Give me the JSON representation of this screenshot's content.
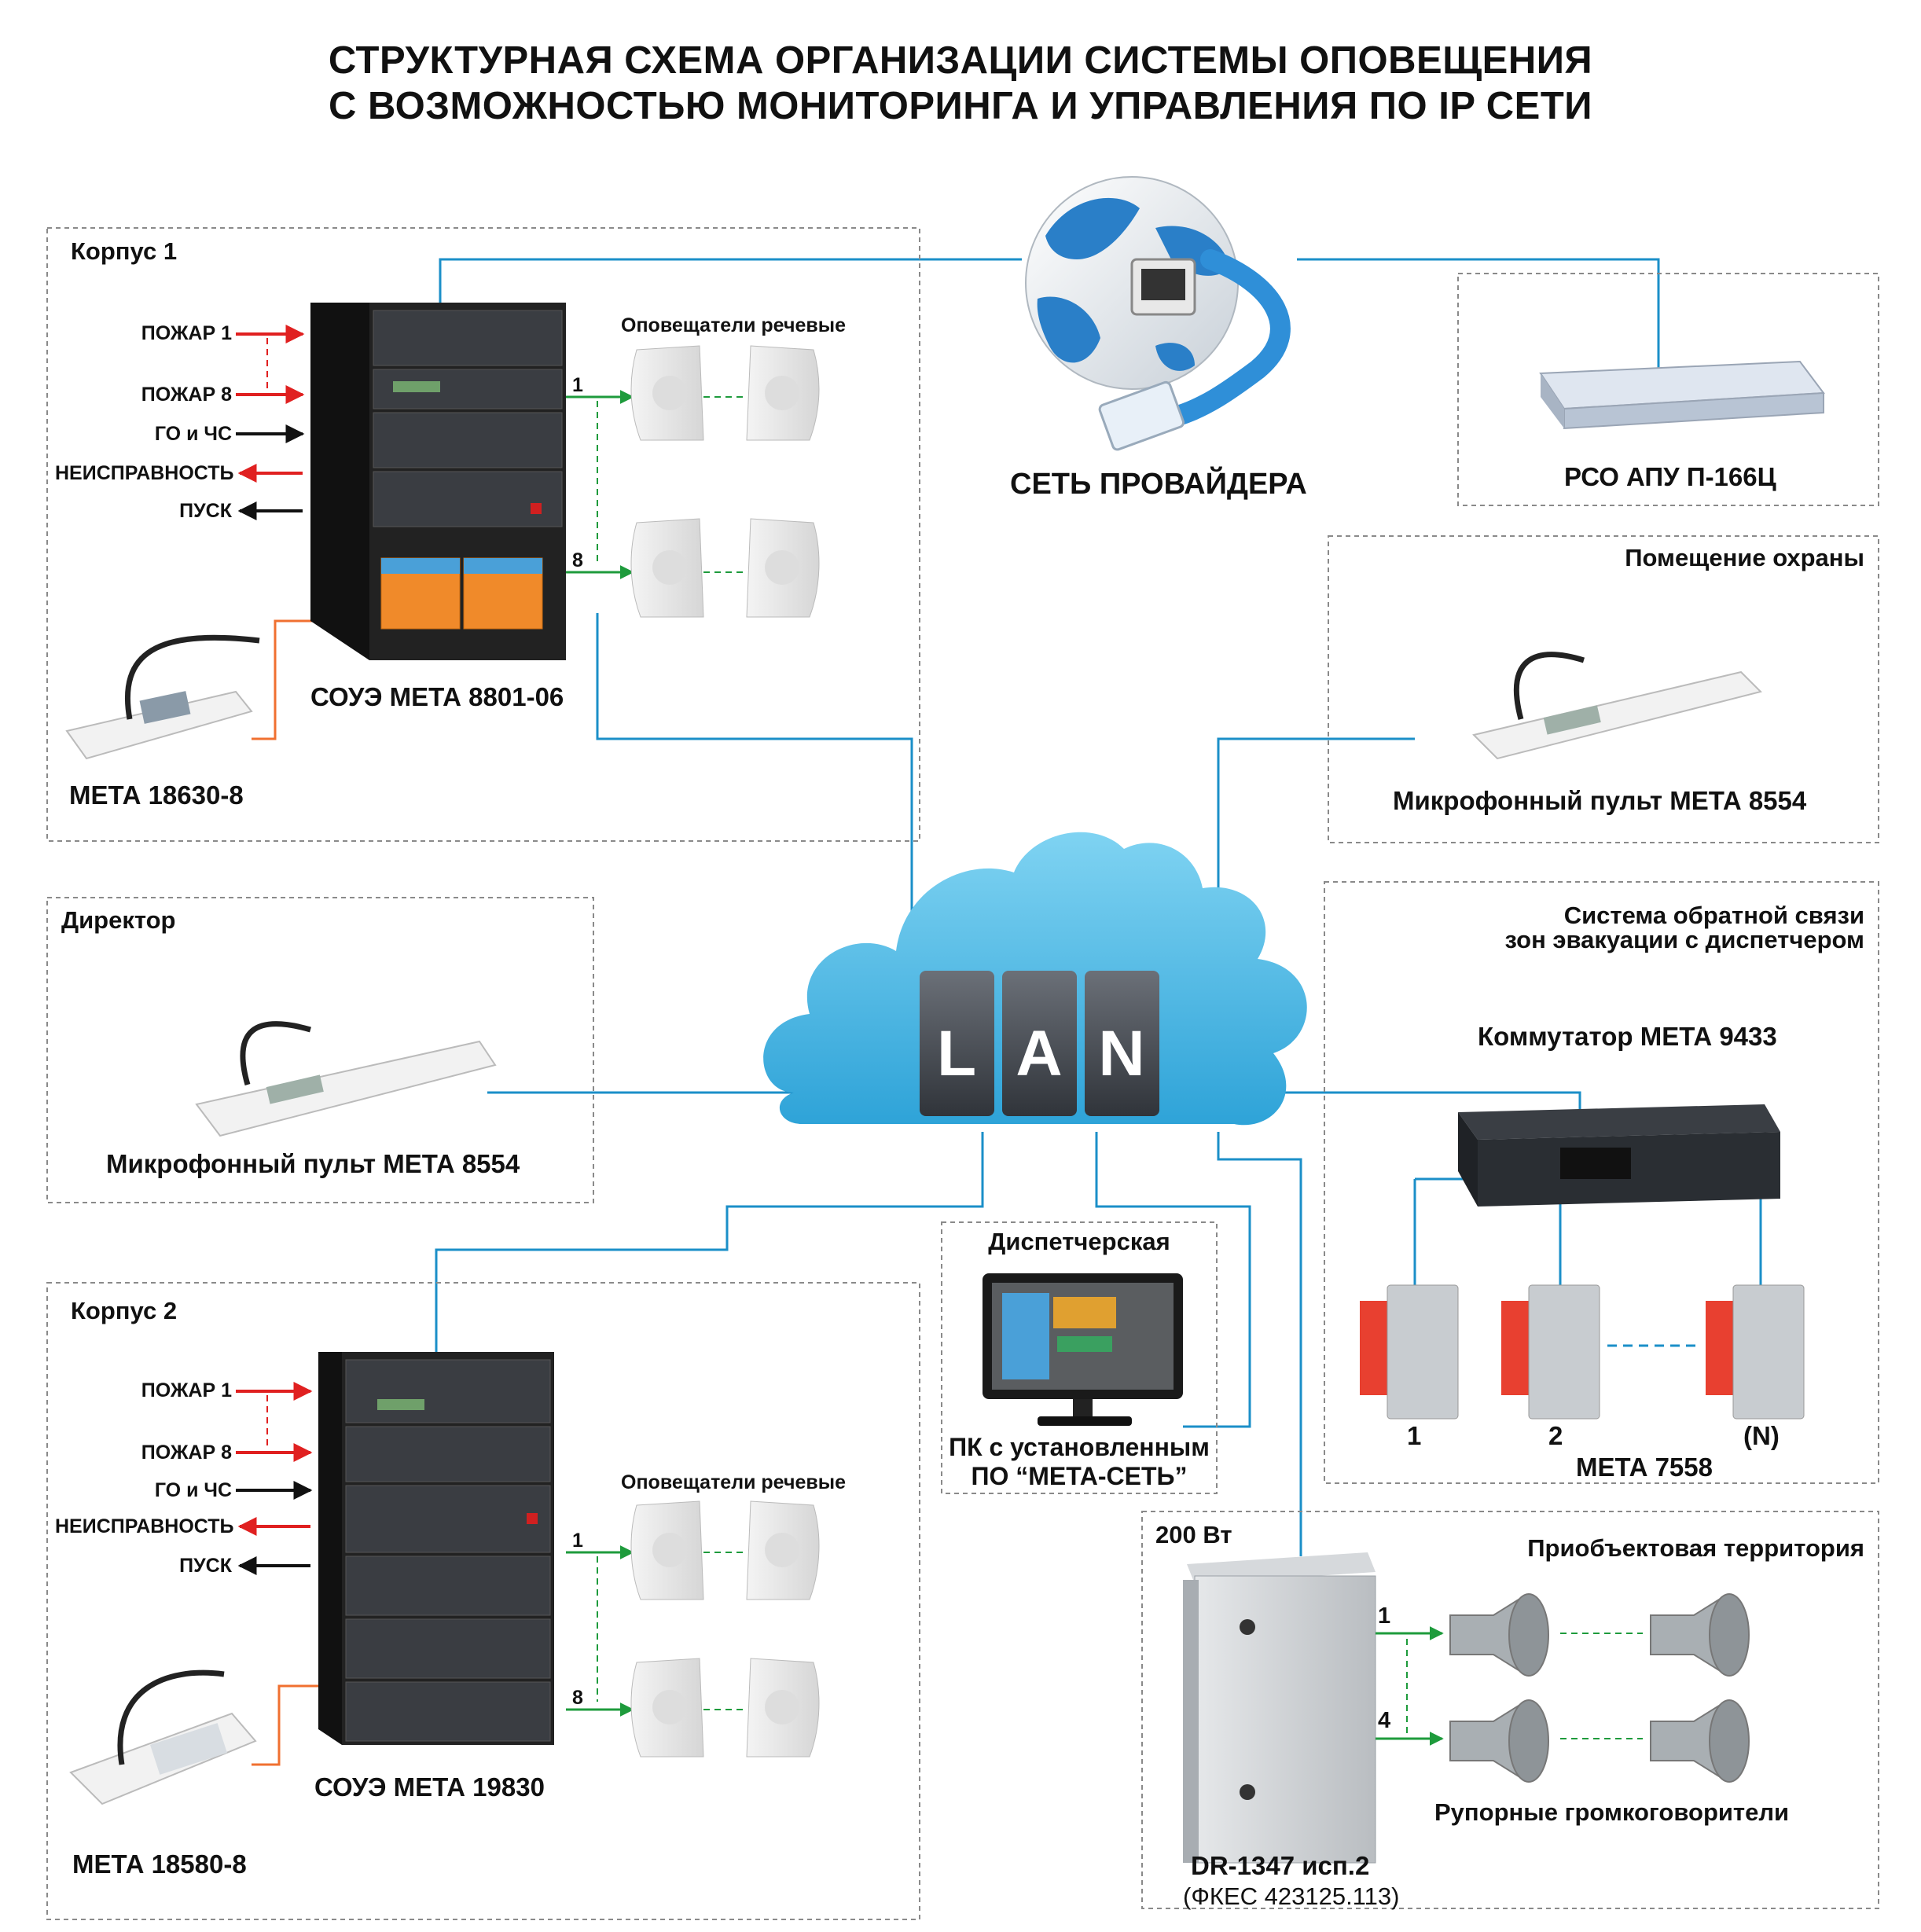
{
  "title": {
    "line1": "СТРУКТУРНАЯ СХЕМА ОРГАНИЗАЦИИ СИСТЕМЫ ОПОВЕЩЕНИЯ",
    "line2": "С ВОЗМОЖНОСТЬЮ МОНИТОРИНГА И УПРАВЛЕНИЯ ПО IP СЕТИ"
  },
  "provider": {
    "label": "СЕТЬ ПРОВАЙДЕРА"
  },
  "lan": {
    "letters": [
      "L",
      "A",
      "N"
    ]
  },
  "building1": {
    "title": "Корпус 1",
    "signals": {
      "fire1": "ПОЖАР 1",
      "fire8": "ПОЖАР 8",
      "go": "ГО и ЧС",
      "fault": "НЕИСПРАВНОСТЬ",
      "start": "ПУСК"
    },
    "speakers_title": "Оповещатели речевые",
    "line1": "1",
    "line8": "8",
    "rack": "СОУЭ МЕТА 8801-06",
    "console": "МЕТА 18630-8"
  },
  "rso": {
    "label": "РСО АПУ П-166Ц"
  },
  "guard": {
    "title": "Помещение охраны",
    "console": "Микрофонный пульт МЕТА 8554"
  },
  "director": {
    "title": "Директор",
    "console": "Микрофонный пульт МЕТА 8554"
  },
  "feedback": {
    "title1": "Система обратной связи",
    "title2": "зон эвакуации с диспетчером",
    "switch": "Коммутатор МЕТА 9433",
    "n1": "1",
    "n2": "2",
    "nN": "(N)",
    "panels": "МЕТА 7558"
  },
  "dispatch": {
    "title": "Диспетчерская",
    "pc1": "ПК с установленным",
    "pc2": "ПО “МЕТА-СЕТЬ”"
  },
  "building2": {
    "title": "Корпус 2",
    "signals": {
      "fire1": "ПОЖАР 1",
      "fire8": "ПОЖАР 8",
      "go": "ГО и ЧС",
      "fault": "НЕИСПРАВНОСТЬ",
      "start": "ПУСК"
    },
    "speakers_title": "Оповещатели речевые",
    "line1": "1",
    "line8": "8",
    "rack": "СОУЭ МЕТА 19830",
    "console": "МЕТА 18580-8"
  },
  "outdoor": {
    "power": "200 Вт",
    "title": "Приобъектовая территория",
    "line1": "1",
    "line4": "4",
    "horns": "Рупорные громкоговорители",
    "cabinet": "DR-1347 исп.2",
    "cabinet_code": "(ФКЕС 423125.113)"
  },
  "colors": {
    "network_line": "#1b8fc8",
    "audio_line": "#1e9b3c",
    "fire_arrow": "#e02020",
    "control_arrow": "#111111",
    "console_line": "#f07030",
    "cloud": "#5fc3e8",
    "lan_block": "#4a4f56",
    "battery": "#f08a2a",
    "rack": "#222222"
  }
}
